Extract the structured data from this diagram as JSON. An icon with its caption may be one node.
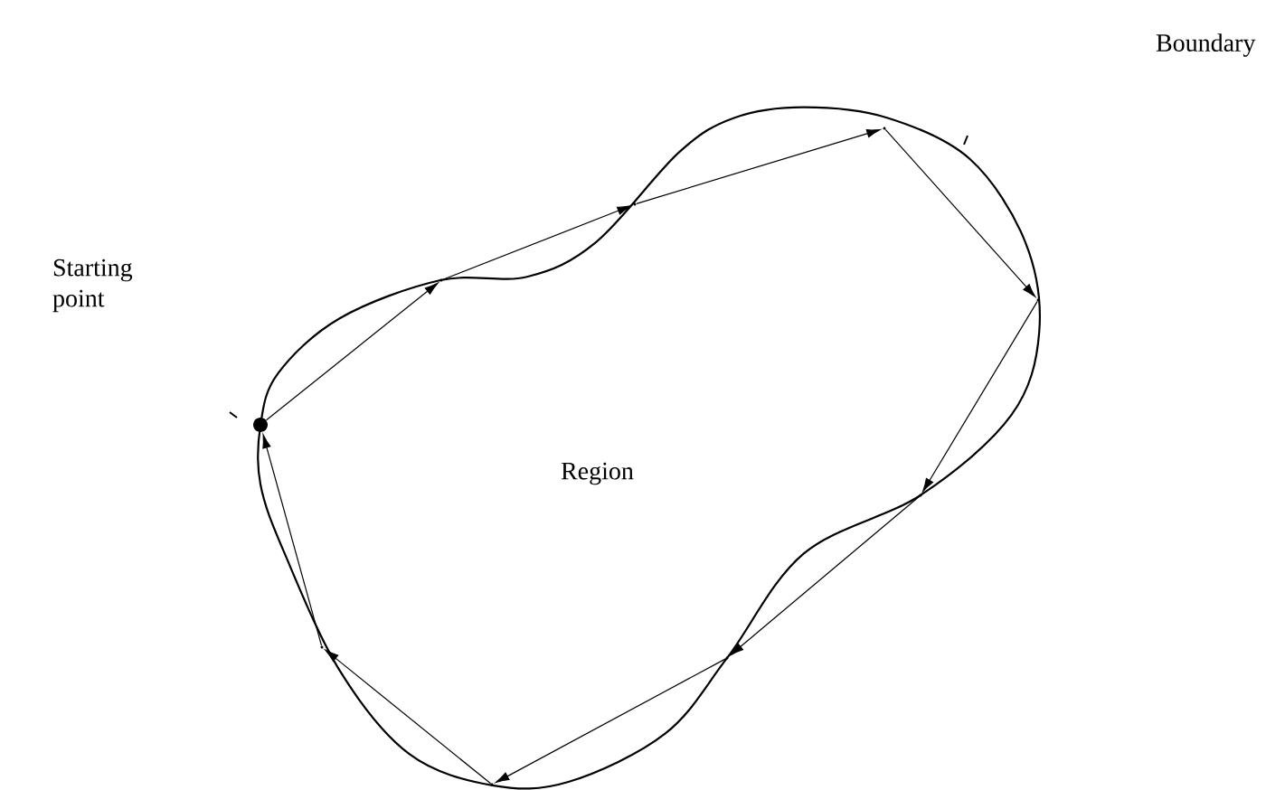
{
  "diagram": {
    "nodes": [
      {
        "text": [],
        "shape": "circle"
      },
      {
        "text": [],
        "shape": "dot"
      },
      {
        "text": [],
        "shape": "dot"
      },
      {
        "text": [],
        "shape": "dot"
      },
      {
        "text": [],
        "shape": "dot"
      },
      {
        "text": [],
        "shape": "dot"
      },
      {
        "text": [],
        "shape": "dot"
      },
      {
        "text": [],
        "shape": "dot"
      },
      {
        "text": [],
        "shape": "dot"
      }
    ],
    "edges": [
      {
        "from": 0,
        "to": 1,
        "arrow": "to"
      },
      {
        "from": 1,
        "to": 2,
        "arrow": "to"
      },
      {
        "from": 2,
        "to": 3,
        "arrow": "to"
      },
      {
        "from": 3,
        "to": 4,
        "arrow": "to"
      },
      {
        "from": 4,
        "to": 5,
        "arrow": "to"
      },
      {
        "from": 5,
        "to": 6,
        "arrow": "to"
      },
      {
        "from": 6,
        "to": 7,
        "arrow": "to"
      },
      {
        "from": 7,
        "to": 8,
        "arrow": "to"
      },
      {
        "from": 8,
        "to": 0,
        "arrow": "to"
      }
    ],
    "labels": [
      "Boundary",
      "Starting point",
      "Region"
    ]
  }
}
